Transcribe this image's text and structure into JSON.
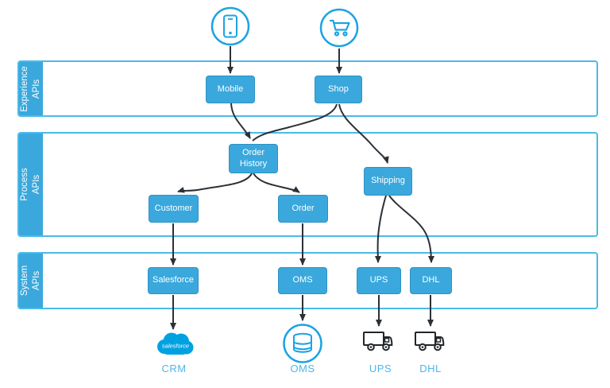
{
  "diagram": {
    "layers": [
      {
        "label": "Experience\nAPIs"
      },
      {
        "label": "Process\nAPIs"
      },
      {
        "label": "System\nAPIs"
      }
    ],
    "nodes": {
      "mobile": "Mobile",
      "shop": "Shop",
      "order_history": "Order History",
      "shipping": "Shipping",
      "customer": "Customer",
      "order": "Order",
      "salesforce": "Salesforce",
      "oms": "OMS",
      "ups": "UPS",
      "dhl": "DHL"
    },
    "endpoints": {
      "crm_label": "CRM",
      "oms_label": "OMS",
      "ups_label": "UPS",
      "dhl_label": "DHL",
      "salesforce_logo_text": "salesforce"
    },
    "icons": [
      "mobile-phone-icon",
      "shopping-cart-icon",
      "salesforce-cloud-icon",
      "database-icon",
      "ups-truck-icon",
      "dhl-truck-icon"
    ],
    "colors": {
      "node_fill": "#3AA8DC",
      "band_border": "#4ABAEA",
      "icon_stroke": "#1CA3E4",
      "arrow": "#2B3136",
      "bottom_label": "#4DB6EC",
      "salesforce_blue": "#00A1E0"
    }
  }
}
